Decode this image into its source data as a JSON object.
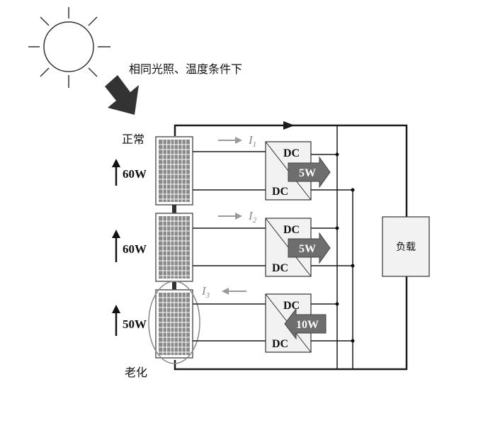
{
  "caption": "相同光照、温度条件下",
  "panels": [
    {
      "status": "正常",
      "power": "60W",
      "current_label": "I",
      "current_sub": "1",
      "current_direction": "right",
      "converter": {
        "top": "DC",
        "bottom": "DC",
        "transfer": "5W",
        "transfer_direction": "right"
      }
    },
    {
      "status": "",
      "power": "60W",
      "current_label": "I",
      "current_sub": "2",
      "current_direction": "right",
      "converter": {
        "top": "DC",
        "bottom": "DC",
        "transfer": "5W",
        "transfer_direction": "right"
      }
    },
    {
      "status": "老化",
      "power": "50W",
      "current_label": "I",
      "current_sub": "3",
      "current_direction": "left",
      "converter": {
        "top": "DC",
        "bottom": "DC",
        "transfer": "10W",
        "transfer_direction": "left"
      }
    }
  ],
  "load_label": "负载",
  "colors": {
    "line": "#1a1a1a",
    "arrow_fill": "#6e6e6e",
    "converter_fill": "#f2f2f2",
    "panel_cell": "#8a8a8a",
    "panel_frame": "#5a5a5a",
    "current_arrow": "#9a9a9a",
    "ellipse": "#888888"
  }
}
